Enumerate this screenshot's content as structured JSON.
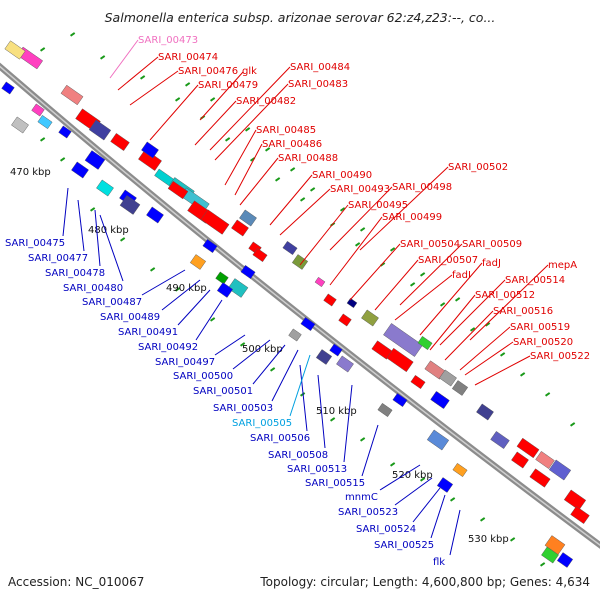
{
  "title": "Salmonella enterica subsp. arizonae serovar 62:z4,z23:--, co...",
  "footer": {
    "accession": "Accession: NC_010067",
    "topology": "Topology: circular; Length: 4,600,800 bp; Genes: 4,634"
  },
  "colors": {
    "backbone": "#8c8c8c",
    "cds_forward": "#ff0000",
    "cds_reverse": "#0000ff",
    "label_red": "#e00000",
    "label_blue": "#0000c0",
    "label_pink": "#f070c0",
    "label_cyan": "#00a0e0",
    "tick_green": "#1a9a1a"
  },
  "kbp_labels": [
    "470 kbp",
    "480 kbp",
    "490 kbp",
    "500 kbp",
    "510 kbp",
    "520 kbp",
    "530 kbp"
  ],
  "red_labels": [
    "SARI_00474",
    "SARI_00476",
    "glk",
    "SARI_00479",
    "SARI_00484",
    "SARI_00483",
    "SARI_00482",
    "SARI_00485",
    "SARI_00486",
    "SARI_00488",
    "SARI_00490",
    "SARI_00493",
    "SARI_00498",
    "SARI_00502",
    "SARI_00495",
    "SARI_00499",
    "SARI_00504",
    "SARI_00509",
    "SARI_00507",
    "fadJ",
    "fadI",
    "mepA",
    "SARI_00514",
    "SARI_00512",
    "SARI_00516",
    "SARI_00519",
    "SARI_00520",
    "SARI_00522"
  ],
  "pink_labels": [
    "SARI_00473"
  ],
  "blue_labels": [
    "SARI_00475",
    "SARI_00477",
    "SARI_00478",
    "SARI_00480",
    "SARI_00487",
    "SARI_00489",
    "SARI_00491",
    "SARI_00492",
    "SARI_00497",
    "SARI_00500",
    "SARI_00501",
    "SARI_00503",
    "SARI_00506",
    "SARI_00508",
    "SARI_00513",
    "SARI_00515",
    "mnmC",
    "SARI_00523",
    "SARI_00524",
    "SARI_00525",
    "flk"
  ],
  "cyan_labels": [
    "SARI_00505"
  ]
}
